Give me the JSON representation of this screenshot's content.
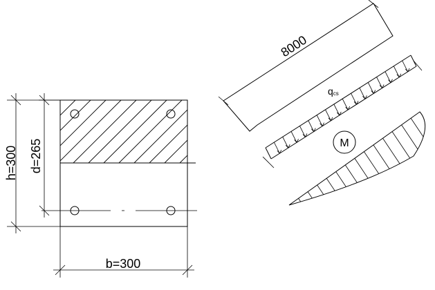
{
  "section": {
    "height_label": "h=300",
    "effective_depth_label": "d=265",
    "width_label": "b=300"
  },
  "beam": {
    "span_label": "8000",
    "load_label_main": "q",
    "load_label_sub": "cs"
  },
  "moment": {
    "label": "M"
  }
}
